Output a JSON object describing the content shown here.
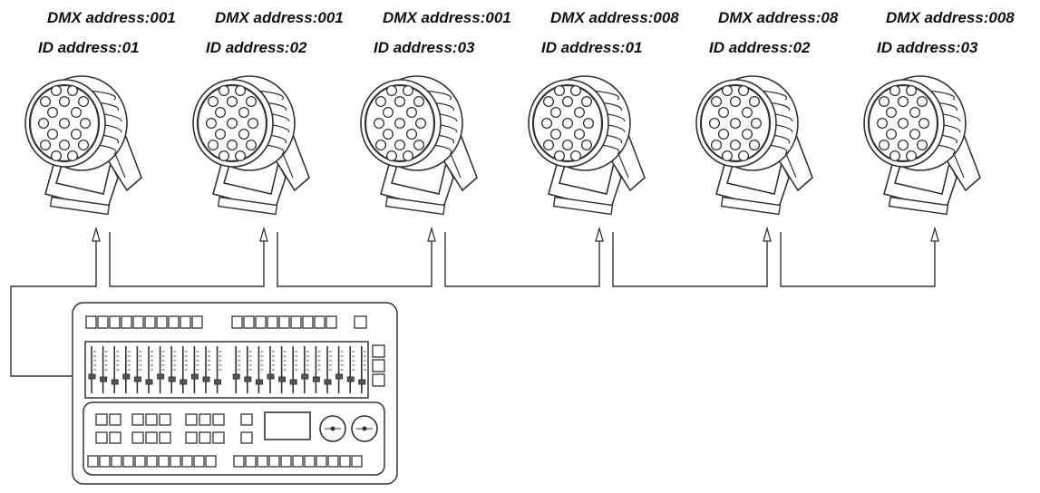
{
  "fixtures": [
    {
      "dmx_label": "DMX address:001",
      "id_label": "ID address:01"
    },
    {
      "dmx_label": "DMX address:001",
      "id_label": "ID address:02"
    },
    {
      "dmx_label": "DMX address:001",
      "id_label": "ID address:03"
    },
    {
      "dmx_label": "DMX address:008",
      "id_label": "ID address:01"
    },
    {
      "dmx_label": "DMX address:08",
      "id_label": "ID address:02"
    },
    {
      "dmx_label": "DMX address:008",
      "id_label": "ID address:03"
    }
  ],
  "colors": {
    "line": "#333333",
    "fill": "#ffffff",
    "text": "#111111"
  },
  "icons": {
    "fixture": "par-light-icon",
    "console": "dmx-console-icon",
    "arrow": "arrow-up-icon"
  }
}
